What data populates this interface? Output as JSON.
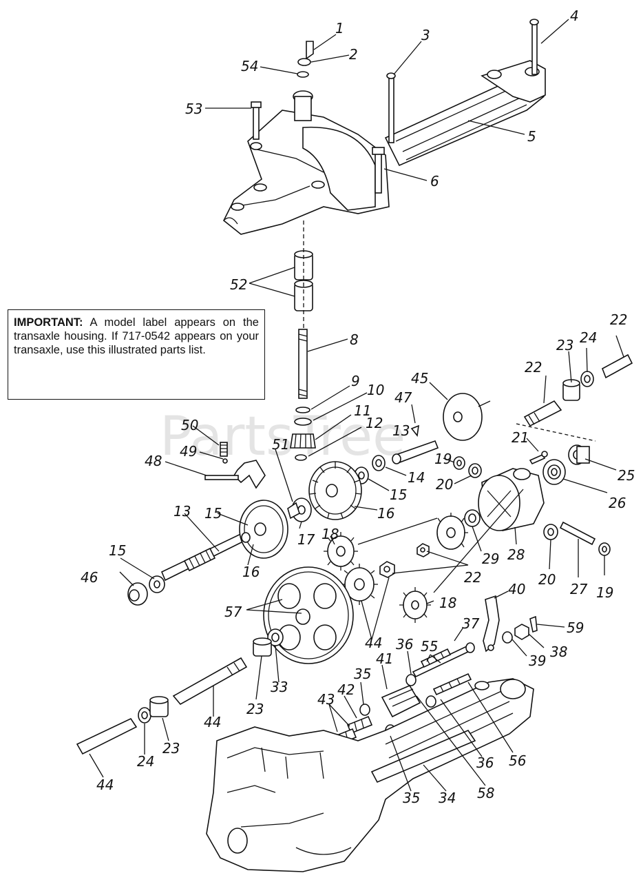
{
  "notice": {
    "heading": "IMPORTANT:",
    "text": "A model label appears on the transaxle housing. If 717-0542 appears on your transaxle, use this illustrated parts list."
  },
  "watermark": "PartsTree",
  "callouts": [
    {
      "id": "c1",
      "label": "1"
    },
    {
      "id": "c2",
      "label": "2"
    },
    {
      "id": "c54",
      "label": "54"
    },
    {
      "id": "c3",
      "label": "3"
    },
    {
      "id": "c4",
      "label": "4"
    },
    {
      "id": "c53",
      "label": "53"
    },
    {
      "id": "c5",
      "label": "5"
    },
    {
      "id": "c6",
      "label": "6"
    },
    {
      "id": "c52",
      "label": "52"
    },
    {
      "id": "c8",
      "label": "8"
    },
    {
      "id": "c9",
      "label": "9"
    },
    {
      "id": "c10",
      "label": "10"
    },
    {
      "id": "c11",
      "label": "11"
    },
    {
      "id": "c12",
      "label": "12"
    },
    {
      "id": "c45",
      "label": "45"
    },
    {
      "id": "c47",
      "label": "47"
    },
    {
      "id": "c13a",
      "label": "13"
    },
    {
      "id": "c50",
      "label": "50"
    },
    {
      "id": "c49",
      "label": "49"
    },
    {
      "id": "c48",
      "label": "48"
    },
    {
      "id": "c51",
      "label": "51"
    },
    {
      "id": "c14",
      "label": "14"
    },
    {
      "id": "c15a",
      "label": "15"
    },
    {
      "id": "c16a",
      "label": "16"
    },
    {
      "id": "c19a",
      "label": "19"
    },
    {
      "id": "c20a",
      "label": "20"
    },
    {
      "id": "c21",
      "label": "21"
    },
    {
      "id": "c22a",
      "label": "22"
    },
    {
      "id": "c23a",
      "label": "23"
    },
    {
      "id": "c24a",
      "label": "24"
    },
    {
      "id": "c22b",
      "label": "22"
    },
    {
      "id": "c25",
      "label": "25"
    },
    {
      "id": "c26",
      "label": "26"
    },
    {
      "id": "c13b",
      "label": "13"
    },
    {
      "id": "c15b",
      "label": "15"
    },
    {
      "id": "c16b",
      "label": "16"
    },
    {
      "id": "c17",
      "label": "17"
    },
    {
      "id": "c18a",
      "label": "18"
    },
    {
      "id": "c29",
      "label": "29"
    },
    {
      "id": "c28",
      "label": "28"
    },
    {
      "id": "c20b",
      "label": "20"
    },
    {
      "id": "c27",
      "label": "27"
    },
    {
      "id": "c19b",
      "label": "19"
    },
    {
      "id": "c22c",
      "label": "22"
    },
    {
      "id": "c46",
      "label": "46"
    },
    {
      "id": "c15c",
      "label": "15"
    },
    {
      "id": "c57",
      "label": "57"
    },
    {
      "id": "c18b",
      "label": "18"
    },
    {
      "id": "c44a",
      "label": "44"
    },
    {
      "id": "c40",
      "label": "40"
    },
    {
      "id": "c59",
      "label": "59"
    },
    {
      "id": "c38",
      "label": "38"
    },
    {
      "id": "c39",
      "label": "39"
    },
    {
      "id": "c37",
      "label": "37"
    },
    {
      "id": "c36a",
      "label": "36"
    },
    {
      "id": "c55",
      "label": "55"
    },
    {
      "id": "c33",
      "label": "33"
    },
    {
      "id": "c23b",
      "label": "23"
    },
    {
      "id": "c41",
      "label": "41"
    },
    {
      "id": "c35a",
      "label": "35"
    },
    {
      "id": "c42",
      "label": "42"
    },
    {
      "id": "c43",
      "label": "43"
    },
    {
      "id": "c44b",
      "label": "44"
    },
    {
      "id": "c36b",
      "label": "36"
    },
    {
      "id": "c56",
      "label": "56"
    },
    {
      "id": "c24b",
      "label": "24"
    },
    {
      "id": "c23c",
      "label": "23"
    },
    {
      "id": "c44c",
      "label": "44"
    },
    {
      "id": "c35b",
      "label": "35"
    },
    {
      "id": "c34",
      "label": "34"
    },
    {
      "id": "c58",
      "label": "58"
    }
  ]
}
